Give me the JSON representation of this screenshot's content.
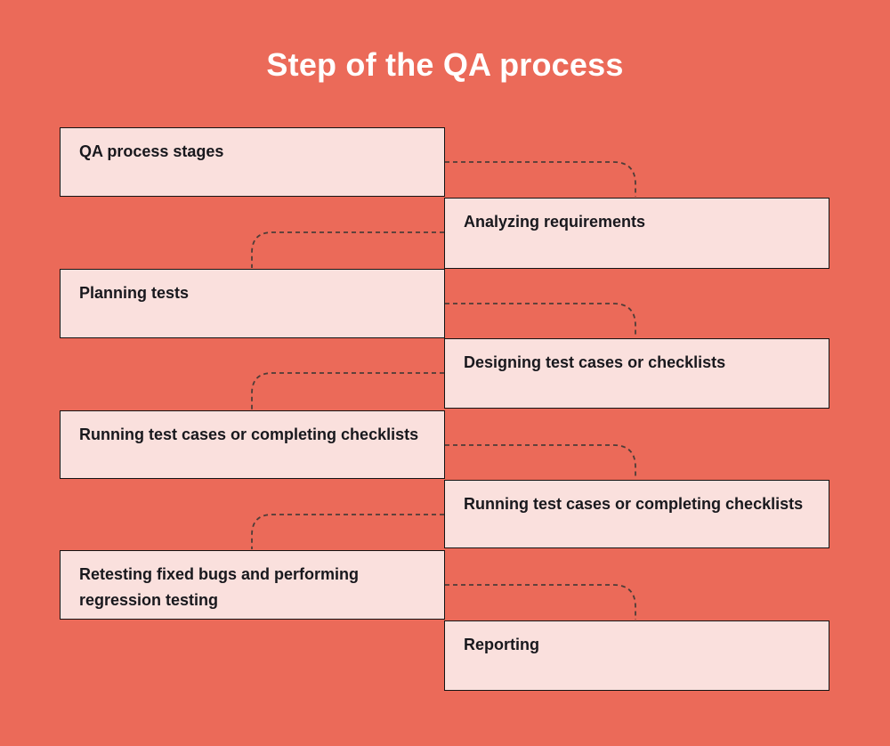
{
  "title": "Step of the QA process",
  "colors": {
    "background": "#EB6A59",
    "box_fill": "#FAE0DD",
    "box_border": "#141414",
    "text": "#18181D",
    "title_text": "#FFFFFF",
    "connector": "#4E3D38"
  },
  "diagram": {
    "nodes": [
      {
        "label": "QA process stages",
        "column": "left"
      },
      {
        "label": "Analyzing requirements",
        "column": "right"
      },
      {
        "label": "Planning tests",
        "column": "left"
      },
      {
        "label": "Designing test cases or checklists",
        "column": "right"
      },
      {
        "label": "Running test cases or completing checklists",
        "column": "left"
      },
      {
        "label": "Running test cases or completing checklists",
        "column": "right"
      },
      {
        "label": "Retesting fixed bugs and performing regression testing",
        "column": "left"
      },
      {
        "label": "Reporting",
        "column": "right"
      }
    ],
    "connections": [
      {
        "from": 0,
        "to": 1
      },
      {
        "from": 1,
        "to": 2
      },
      {
        "from": 2,
        "to": 3
      },
      {
        "from": 3,
        "to": 4
      },
      {
        "from": 4,
        "to": 5
      },
      {
        "from": 5,
        "to": 6
      },
      {
        "from": 6,
        "to": 7
      }
    ],
    "connector_style": "dashed"
  }
}
